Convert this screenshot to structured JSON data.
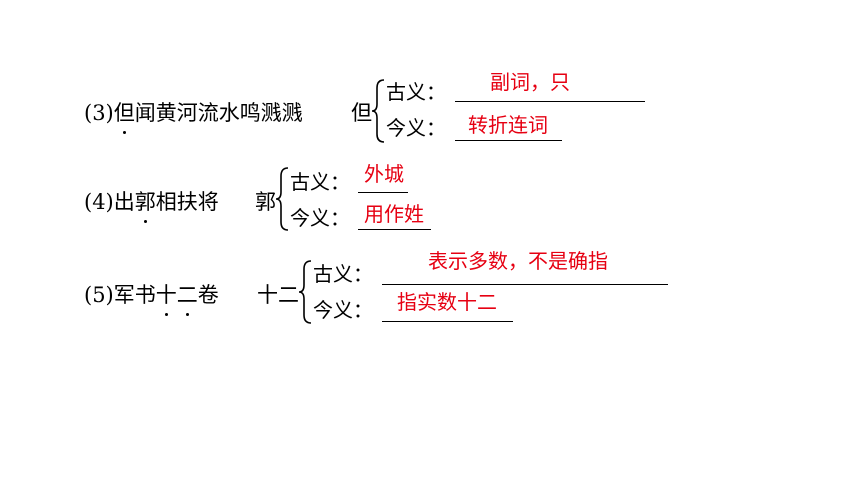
{
  "items": [
    {
      "prefix": "(3)",
      "chars": [
        "但",
        "闻",
        "黄",
        "河",
        "流",
        "水",
        "鸣",
        "溅",
        "溅"
      ],
      "dotted": [
        0
      ],
      "term": "但",
      "ancient_label": "古义：",
      "modern_label": "今义：",
      "ancient_answer": "副词，只",
      "modern_answer": "转折连词"
    },
    {
      "prefix": "(4)",
      "chars": [
        "出",
        "郭",
        "相",
        "扶",
        "将"
      ],
      "dotted": [
        1
      ],
      "term": "郭",
      "ancient_label": "古义：",
      "modern_label": "今义：",
      "ancient_answer": "外城",
      "modern_answer": "用作姓"
    },
    {
      "prefix": "(5)",
      "chars": [
        "军",
        "书",
        "十",
        "二",
        "卷"
      ],
      "dotted": [
        2,
        3
      ],
      "term": "十二",
      "ancient_label": "古义：",
      "modern_label": "今义：",
      "ancient_answer": "表示多数，不是确指",
      "modern_answer": "指实数十二"
    }
  ],
  "colors": {
    "answer": "#e60012",
    "text": "#000000"
  }
}
